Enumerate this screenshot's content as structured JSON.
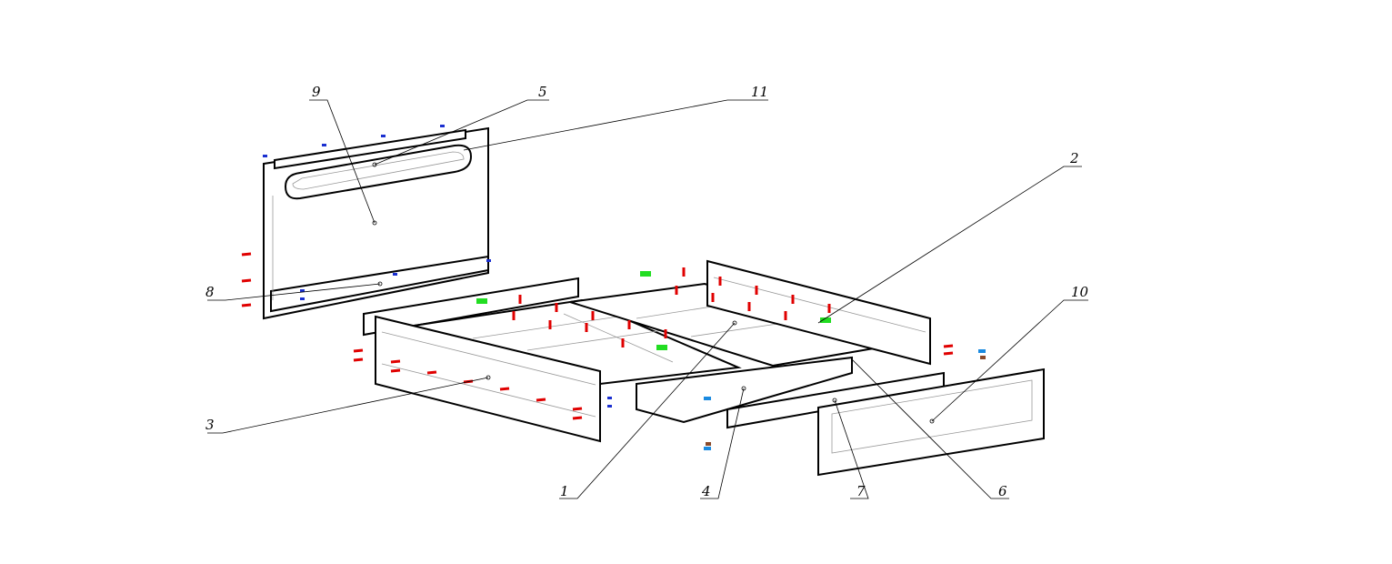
{
  "title": "Bed assembly exploded view",
  "colors": {
    "fastener_red": "#e00000",
    "fastener_blue": "#1a2fd0",
    "fastener_green": "#22dd22",
    "line": "#000000"
  },
  "callouts": [
    {
      "id": "1",
      "label": "1"
    },
    {
      "id": "2",
      "label": "2"
    },
    {
      "id": "3",
      "label": "3"
    },
    {
      "id": "4",
      "label": "4"
    },
    {
      "id": "5",
      "label": "5"
    },
    {
      "id": "6",
      "label": "6"
    },
    {
      "id": "7",
      "label": "7"
    },
    {
      "id": "8",
      "label": "8"
    },
    {
      "id": "9",
      "label": "9"
    },
    {
      "id": "10",
      "label": "10"
    },
    {
      "id": "11",
      "label": "11"
    }
  ]
}
